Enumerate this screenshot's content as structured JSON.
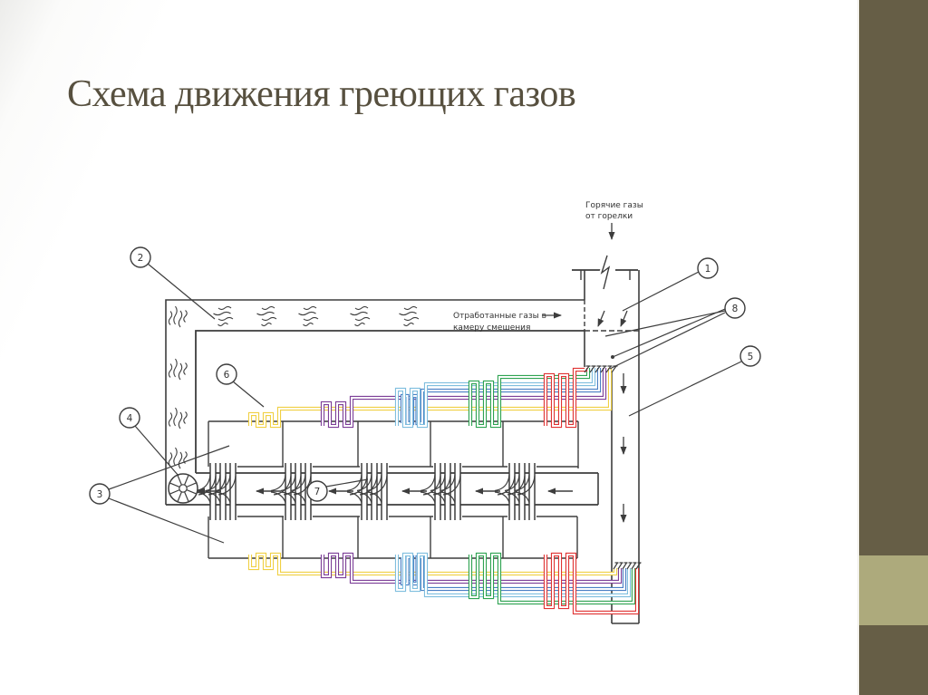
{
  "slide": {
    "title": "Схема движения греющих газов",
    "title_color": "#57503f",
    "background_color": "#ffffff",
    "accent_stripe": {
      "color": "#665e46",
      "light_block_color": "#adaa7c"
    }
  },
  "diagram": {
    "line_color": "#3d3d3d",
    "text_color": "#333333",
    "labels": {
      "hot_gases_line1": "Горячие газы",
      "hot_gases_line2": "от горелки",
      "exhaust_line1": "Отработанные газы в",
      "exhaust_line2": "камеру смешения"
    },
    "callouts": [
      {
        "number": "1"
      },
      {
        "number": "2"
      },
      {
        "number": "3"
      },
      {
        "number": "4"
      },
      {
        "number": "5"
      },
      {
        "number": "6"
      },
      {
        "number": "7"
      },
      {
        "number": "8"
      }
    ],
    "pipes": {
      "colors": {
        "red": "#e03434",
        "green": "#2fa352",
        "light_blue": "#7fbede",
        "blue": "#4a7fc4",
        "purple": "#7d3f98",
        "yellow": "#f0d044"
      },
      "top_row_order_outer_to_inner": [
        "red",
        "green",
        "light_blue",
        "blue",
        "purple",
        "yellow"
      ],
      "bottom_row_order_top_to_bottom": [
        "yellow",
        "purple",
        "blue",
        "light_blue",
        "green",
        "red"
      ]
    }
  }
}
